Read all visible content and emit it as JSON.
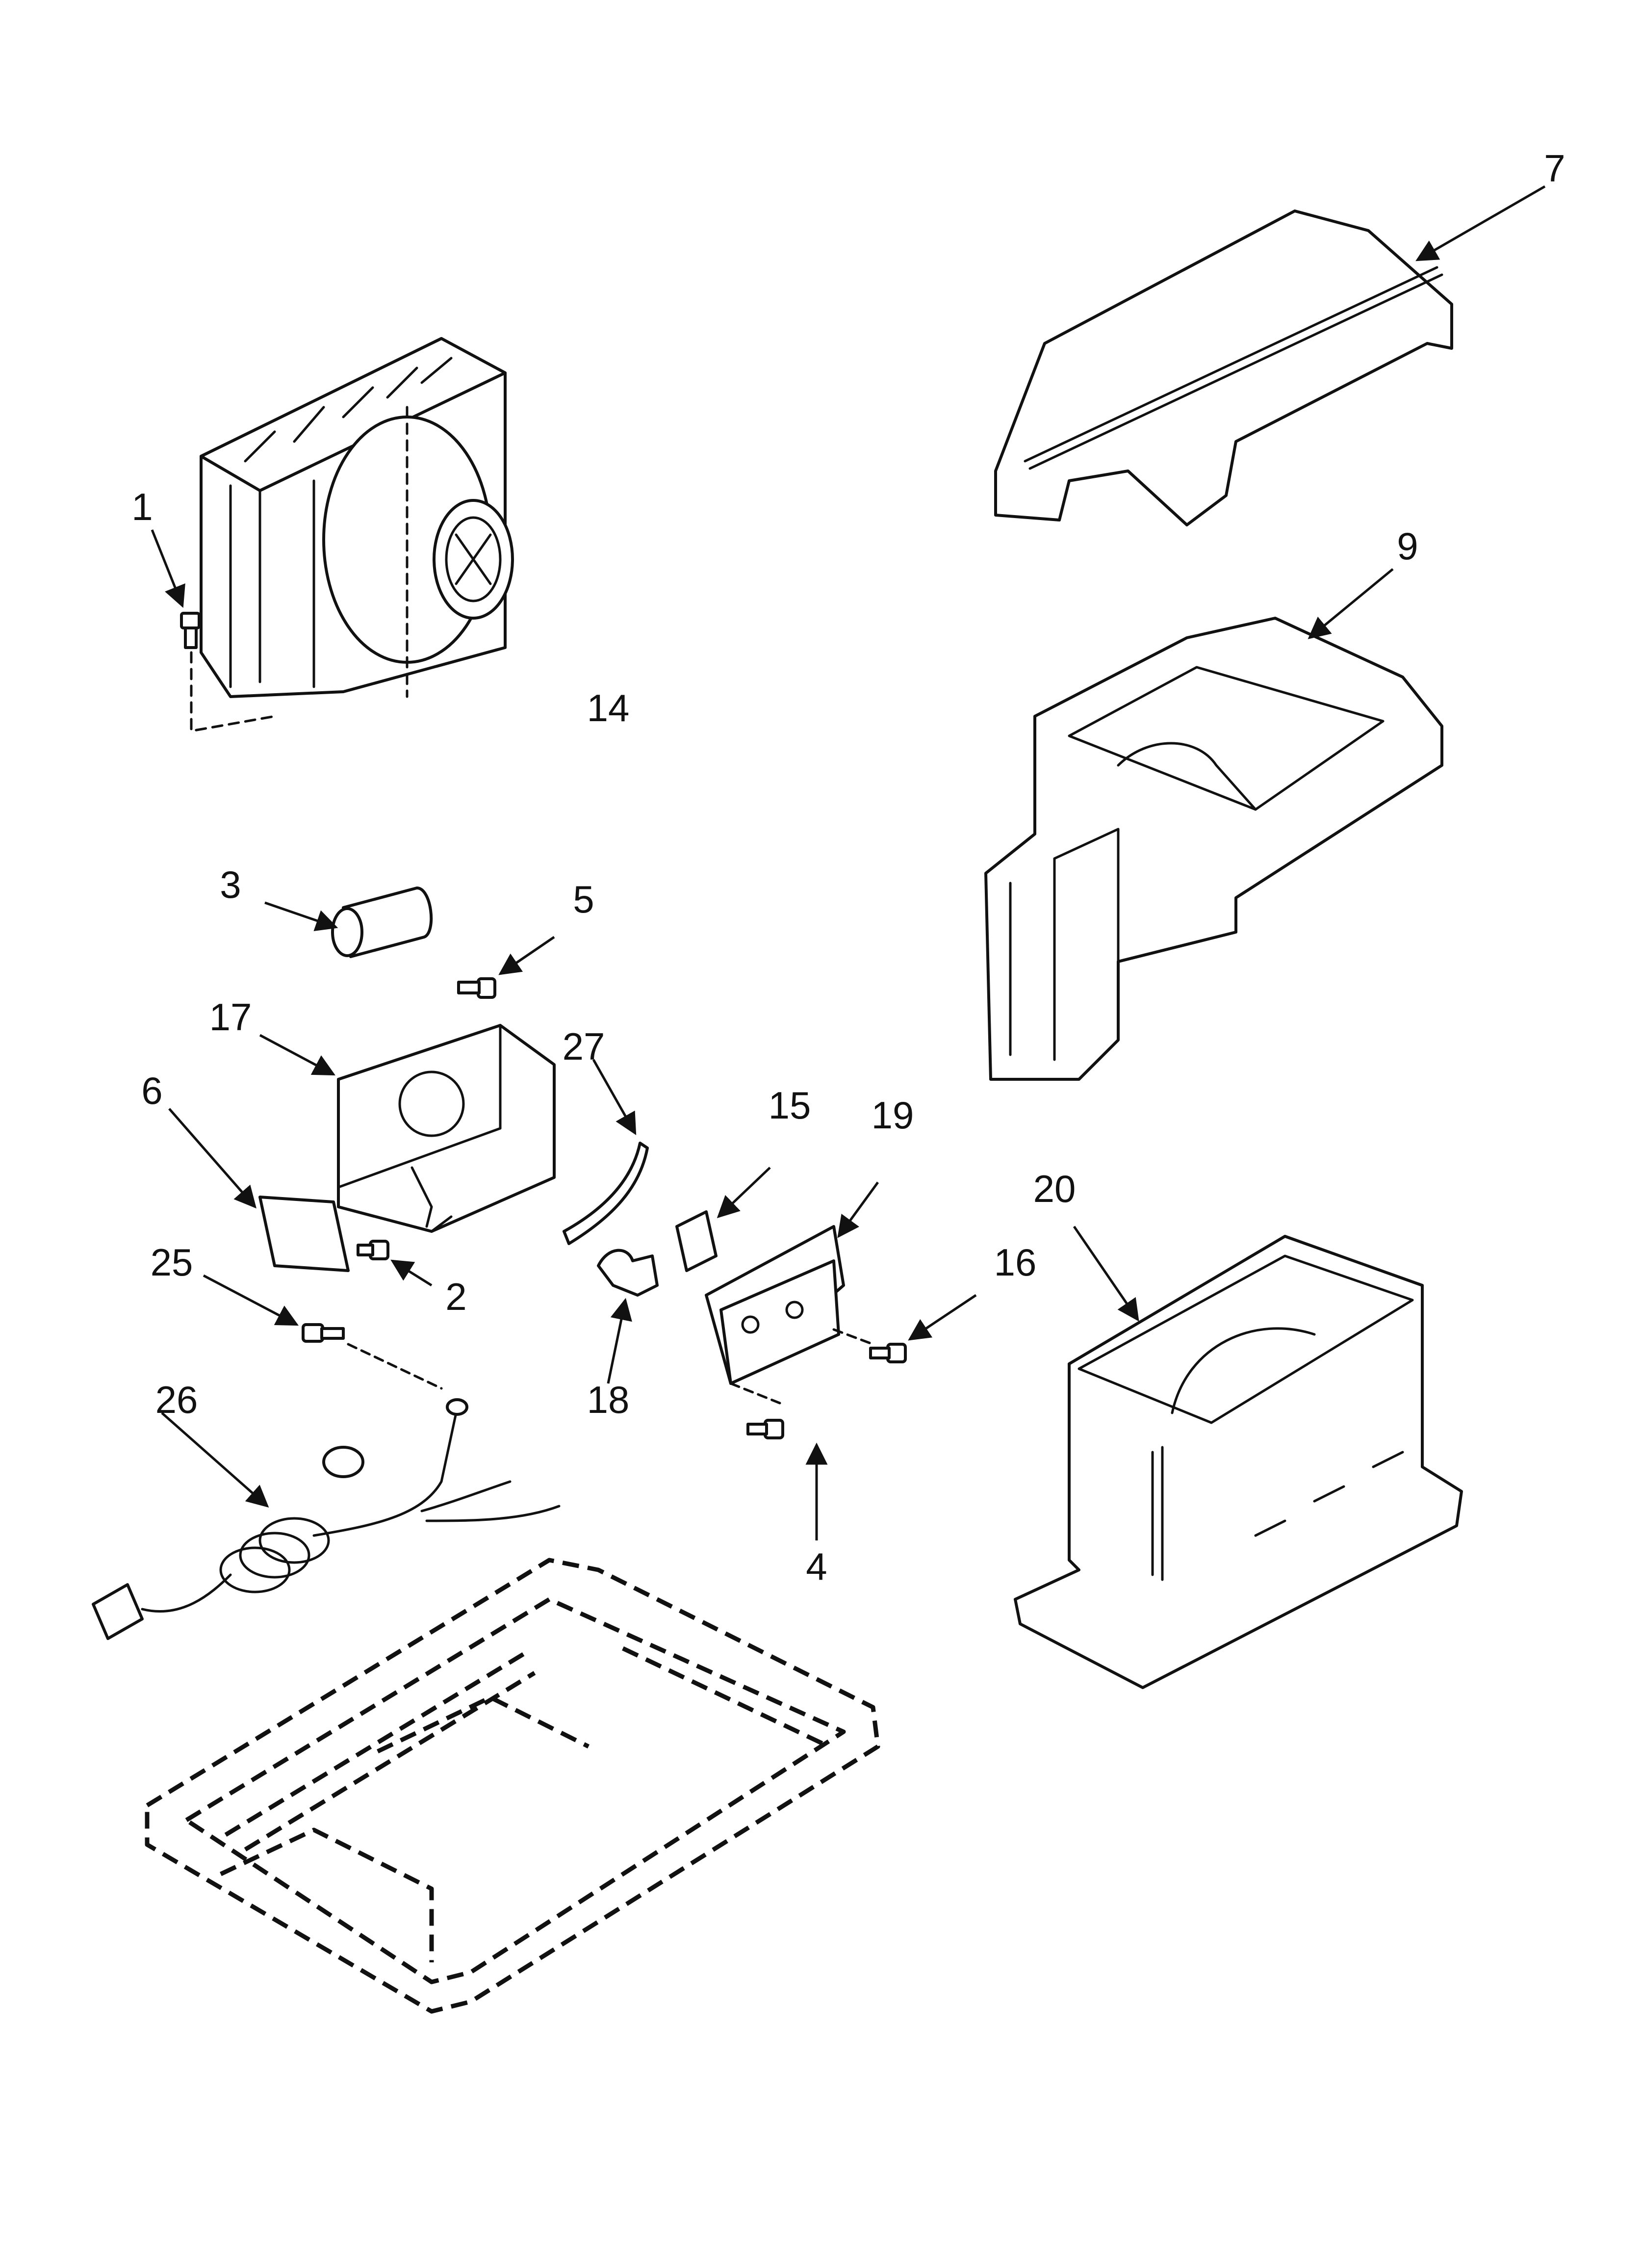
{
  "callouts": {
    "p1": "1",
    "p2": "2",
    "p3": "3",
    "p4": "4",
    "p5": "5",
    "p6": "6",
    "p7": "7",
    "p9": "9",
    "p14": "14",
    "p15": "15",
    "p16": "16",
    "p17": "17",
    "p18": "18",
    "p19": "19",
    "p20": "20",
    "p25": "25",
    "p26": "26",
    "p27": "27"
  }
}
